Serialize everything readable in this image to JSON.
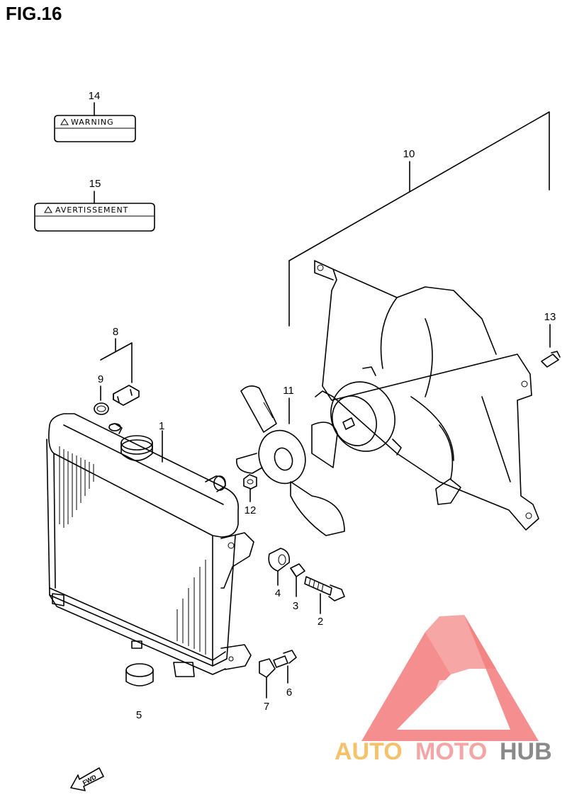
{
  "figure": {
    "title": "FIG.16"
  },
  "callouts": [
    {
      "num": "1"
    },
    {
      "num": "2"
    },
    {
      "num": "3"
    },
    {
      "num": "4"
    },
    {
      "num": "5"
    },
    {
      "num": "6"
    },
    {
      "num": "7"
    },
    {
      "num": "8"
    },
    {
      "num": "9"
    },
    {
      "num": "10"
    },
    {
      "num": "11"
    },
    {
      "num": "12"
    },
    {
      "num": "13"
    },
    {
      "num": "14"
    },
    {
      "num": "15"
    }
  ],
  "labels": {
    "warning_label": "WARNING",
    "avertissement_label": "AVERTISSEMENT"
  },
  "fwd_arrow": {
    "text": "FWD"
  },
  "watermark": {
    "part1": "AUTO",
    "part2": "MOTO",
    "part3": "HUB",
    "color_auto": "#f5c26b",
    "color_moto": "#f4a6a6",
    "color_hub": "#8a8a8a",
    "logo_color": "#f26b6b"
  }
}
